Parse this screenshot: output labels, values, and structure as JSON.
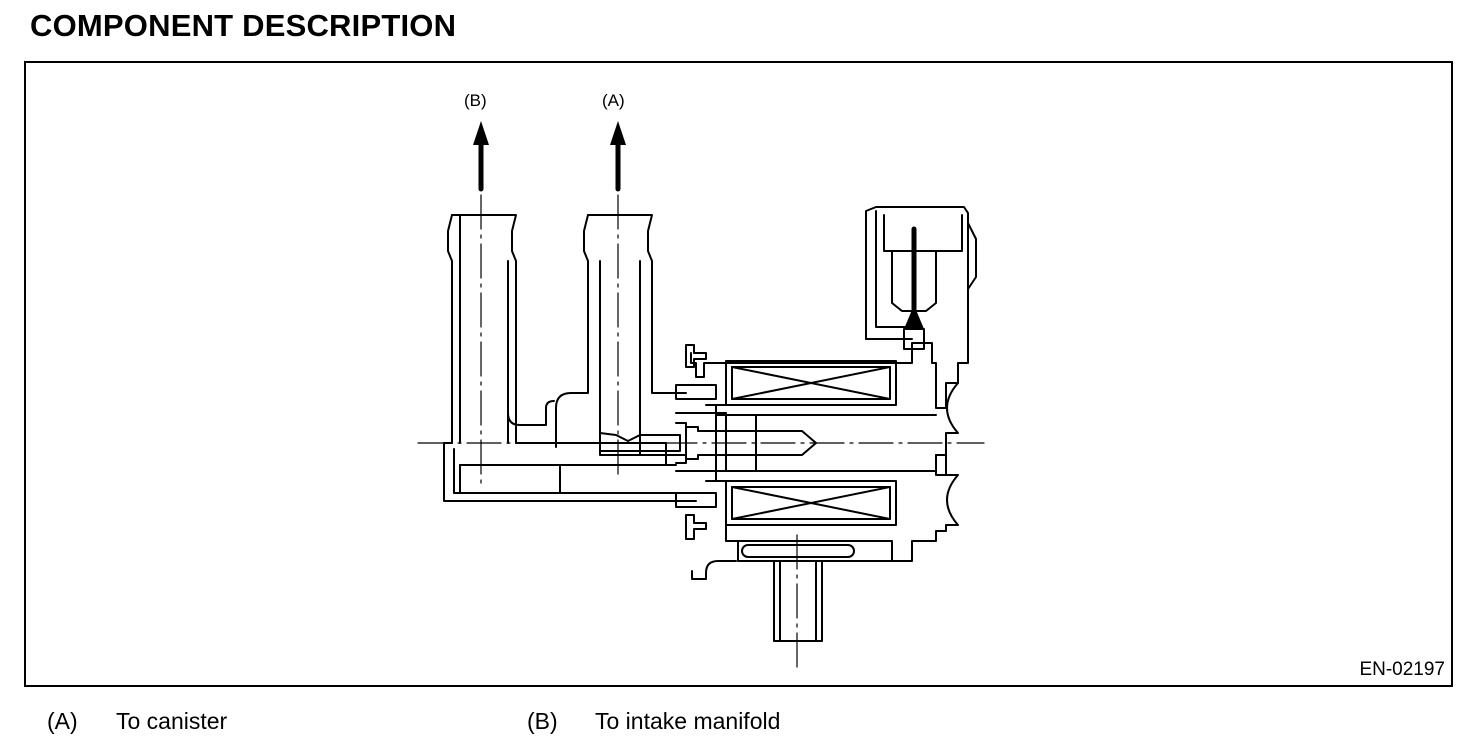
{
  "header": {
    "title": "COMPONENT DESCRIPTION"
  },
  "figure": {
    "code": "EN-02197",
    "callouts": {
      "b": "(B)",
      "a": "(A)"
    }
  },
  "legend": [
    {
      "key": "(A)",
      "text": "To canister"
    },
    {
      "key": "(B)",
      "text": "To intake manifold"
    }
  ],
  "colors": {
    "ink": "#000000",
    "paper": "#ffffff"
  }
}
